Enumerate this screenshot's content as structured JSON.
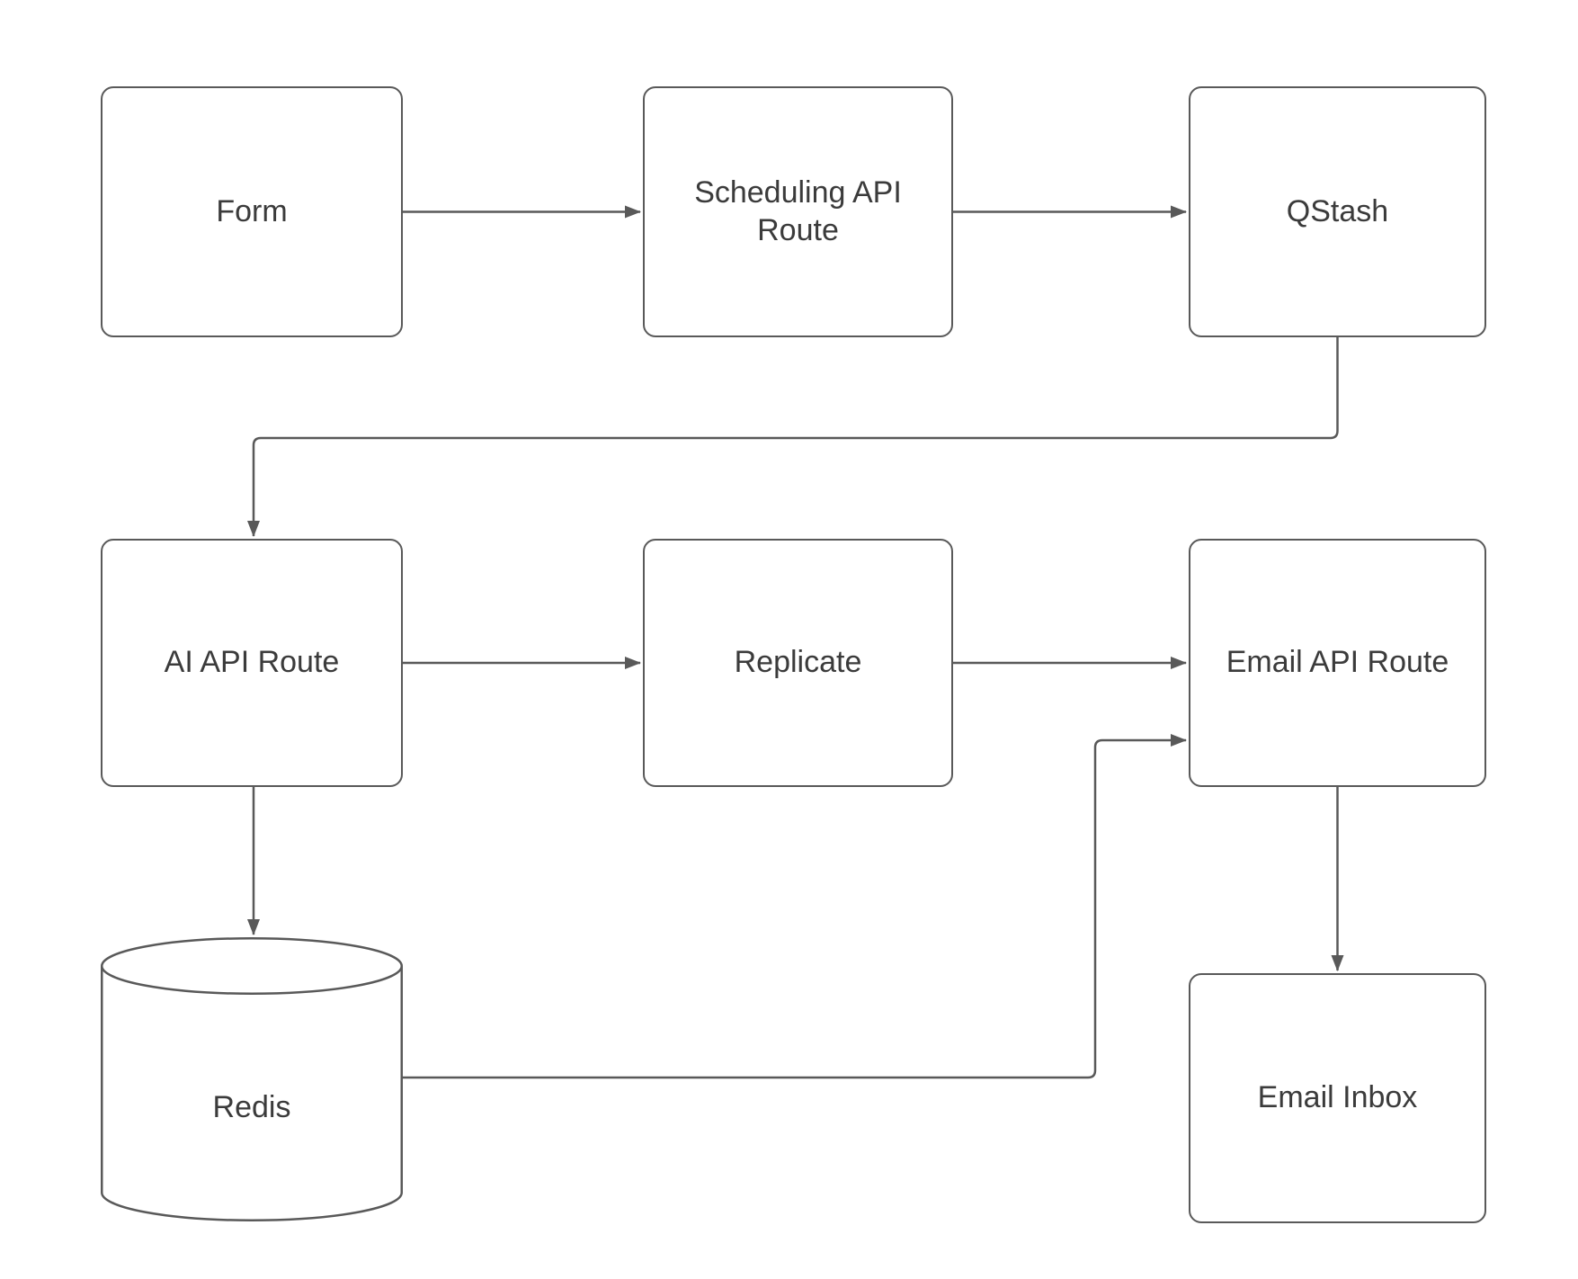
{
  "diagram": {
    "colors": {
      "stroke": "#595959",
      "text": "#3b3b3b",
      "background": "#ffffff"
    },
    "nodes": {
      "form": {
        "label": "Form",
        "shape": "rectangle"
      },
      "scheduling_api_route": {
        "label": "Scheduling API Route",
        "shape": "rectangle"
      },
      "qstash": {
        "label": "QStash",
        "shape": "rectangle"
      },
      "ai_api_route": {
        "label": "AI API Route",
        "shape": "rectangle"
      },
      "replicate": {
        "label": "Replicate",
        "shape": "rectangle"
      },
      "email_api_route": {
        "label": "Email API Route",
        "shape": "rectangle"
      },
      "redis": {
        "label": "Redis",
        "shape": "cylinder"
      },
      "email_inbox": {
        "label": "Email Inbox",
        "shape": "rectangle"
      }
    },
    "edges": [
      {
        "from": "Form",
        "to": "Scheduling API Route"
      },
      {
        "from": "Scheduling API Route",
        "to": "QStash"
      },
      {
        "from": "QStash",
        "to": "AI API Route"
      },
      {
        "from": "AI API Route",
        "to": "Replicate"
      },
      {
        "from": "Replicate",
        "to": "Email API Route"
      },
      {
        "from": "AI API Route",
        "to": "Redis"
      },
      {
        "from": "Redis",
        "to": "Email API Route"
      },
      {
        "from": "Email API Route",
        "to": "Email Inbox"
      }
    ]
  }
}
